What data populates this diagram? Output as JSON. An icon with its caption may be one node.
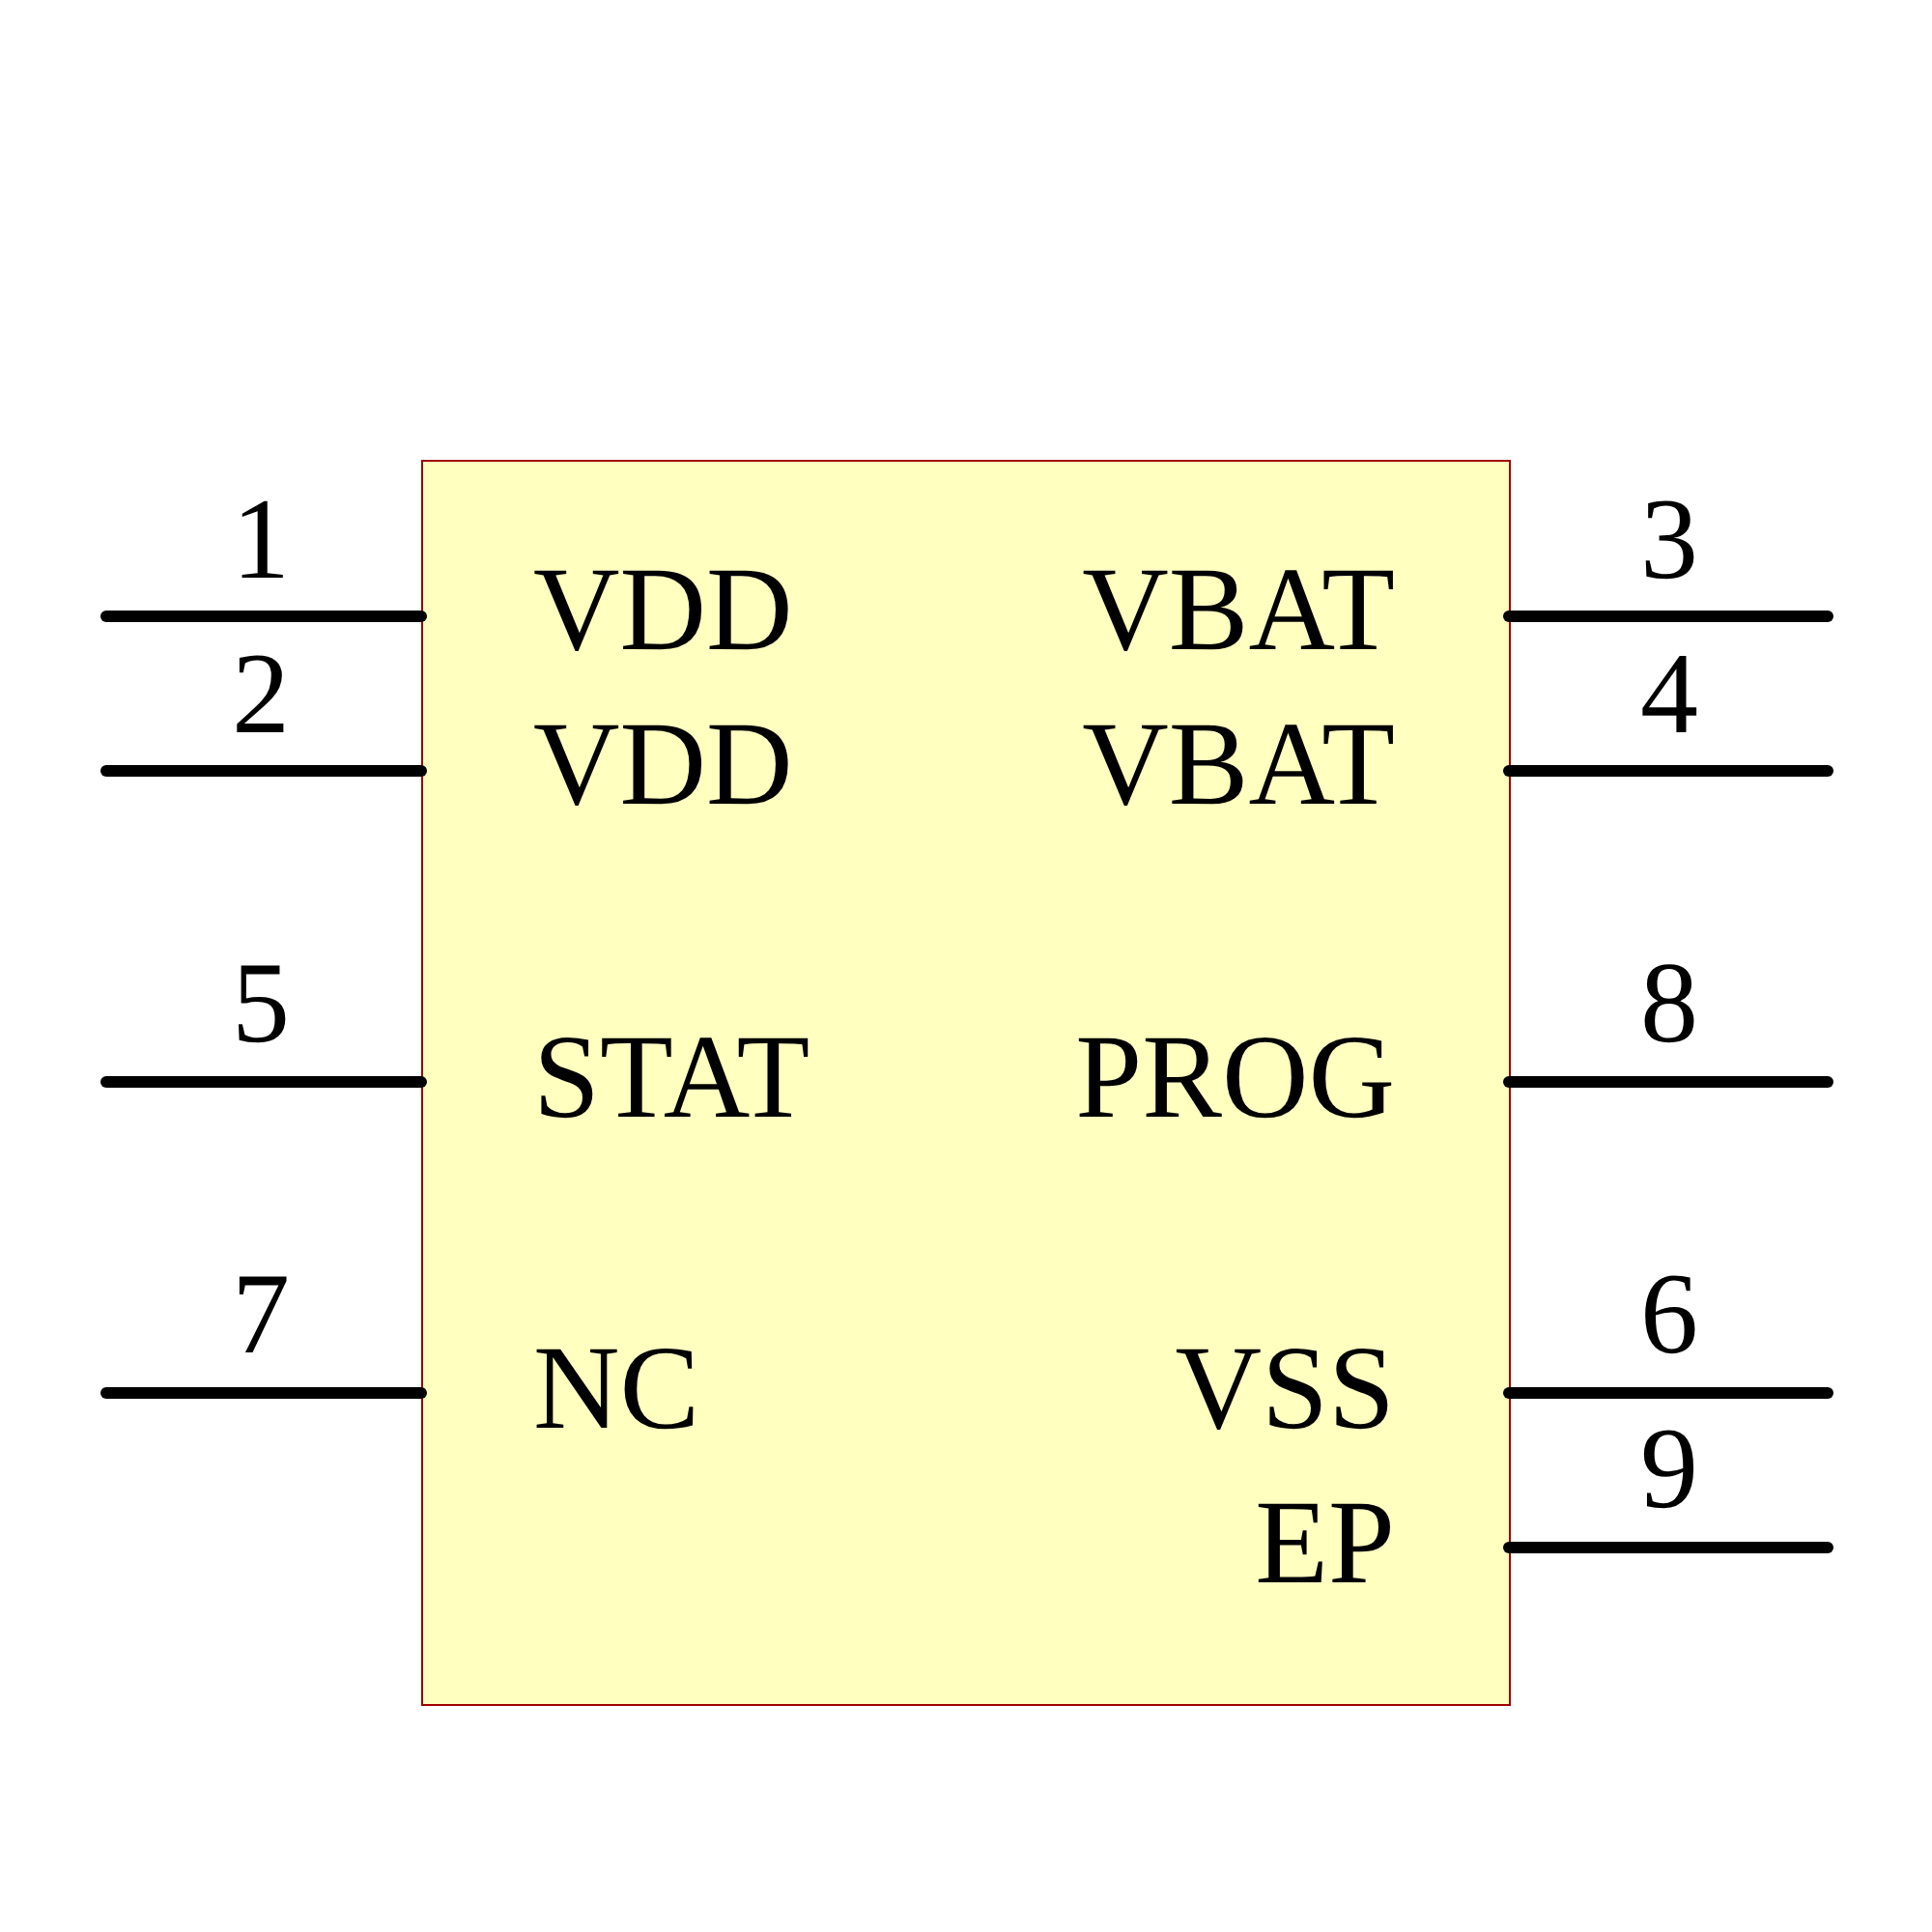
{
  "diagram": {
    "labels": [
      "1",
      "3",
      "VDD",
      "VBAT",
      "2",
      "4",
      "VDD",
      "VBAT",
      "5",
      "8",
      "STAT",
      "PROG",
      "7",
      "6",
      "NC",
      "VSS",
      "9",
      "EP"
    ]
  }
}
